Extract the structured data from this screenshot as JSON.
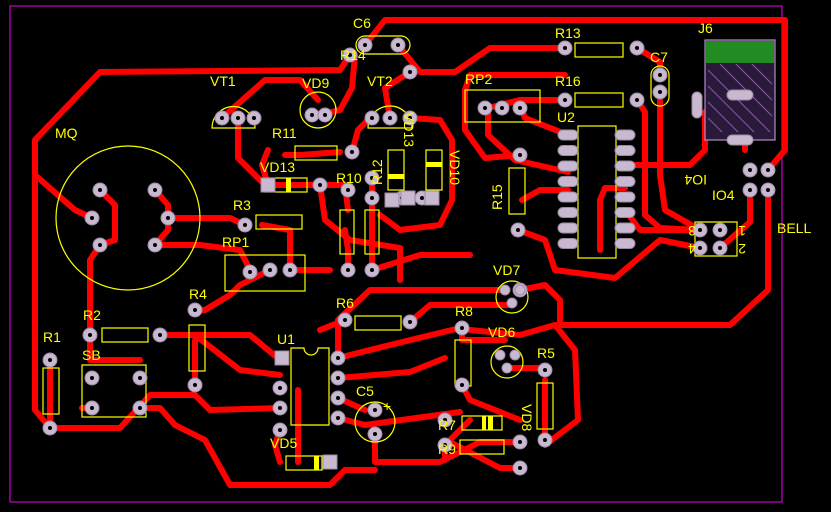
{
  "colors": {
    "background": "#000000",
    "trace": "#ff0000",
    "silkscreen": "#ffff00",
    "board_outline": "#cc00cc",
    "pad": "#c8b8d0"
  },
  "labels": {
    "c6": "C6",
    "r13": "R13",
    "j6": "J6",
    "r14": "R14",
    "c7": "C7",
    "vt1": "VT1",
    "vd9": "VD9",
    "vt2": "VT2",
    "rp2": "RP2",
    "r16": "R16",
    "u2": "U2",
    "mq": "MQ",
    "r11": "R11",
    "vd13": "VD13",
    "r12": "R12",
    "r10": "R10",
    "vd10": "VD10",
    "r15": "R15",
    "io4_top": "IO4",
    "io4_bottom": "IO4",
    "r3": "R3",
    "bell": "BELL",
    "rp1": "RP1",
    "vd7": "VD7",
    "r4": "R4",
    "r6": "R6",
    "r8": "R8",
    "r2": "R2",
    "vd6": "VD6",
    "r1": "R1",
    "u1": "U1",
    "sb": "SB",
    "r5": "R5",
    "c5": "C5",
    "r7": "R7",
    "vd8": "VD8",
    "r9": "R9",
    "vd5": "VD5",
    "header_pin_3": "3",
    "header_pin_1": "1",
    "header_pin_4": "4",
    "header_pin_2": "2",
    "c5_polarity": "+"
  }
}
